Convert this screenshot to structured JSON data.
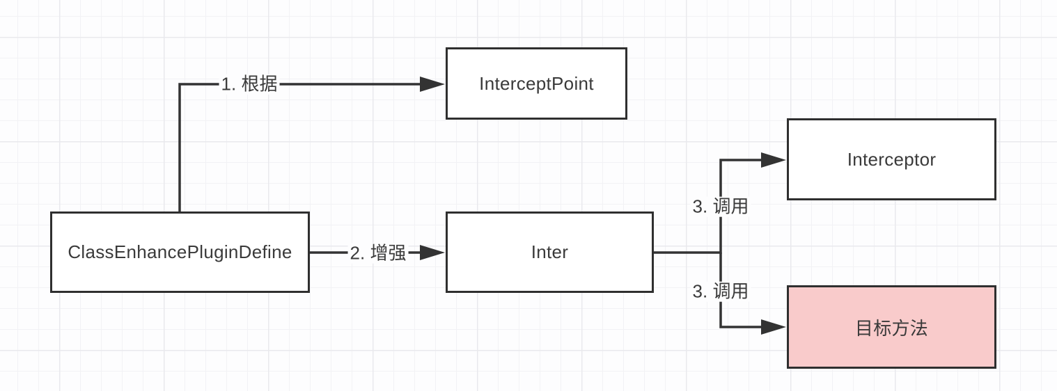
{
  "diagram": {
    "nodes": {
      "intercept_point": {
        "label": "InterceptPoint"
      },
      "interceptor": {
        "label": "Interceptor"
      },
      "class_enhance_plugin_define": {
        "label": "ClassEnhancePluginDefine"
      },
      "inter": {
        "label": "Inter"
      },
      "target_method": {
        "label": "目标方法"
      }
    },
    "edges": {
      "step1": {
        "label": "1. 根据",
        "from": "class_enhance_plugin_define",
        "to": "intercept_point"
      },
      "step2": {
        "label": "2. 增强",
        "from": "class_enhance_plugin_define",
        "to": "inter"
      },
      "step3_top": {
        "label": "3. 调用",
        "from": "inter",
        "to": "interceptor"
      },
      "step3_bottom": {
        "label": "3. 调用",
        "from": "inter",
        "to": "target_method"
      }
    },
    "colors": {
      "stroke": "#333333",
      "node_fill": "#ffffff",
      "target_method_fill": "#f9cbcb",
      "text": "#3a3a3a",
      "grid_minor": "#f2f2f5",
      "grid_major": "#e9e9ed",
      "background": "#fdfdfe"
    }
  }
}
